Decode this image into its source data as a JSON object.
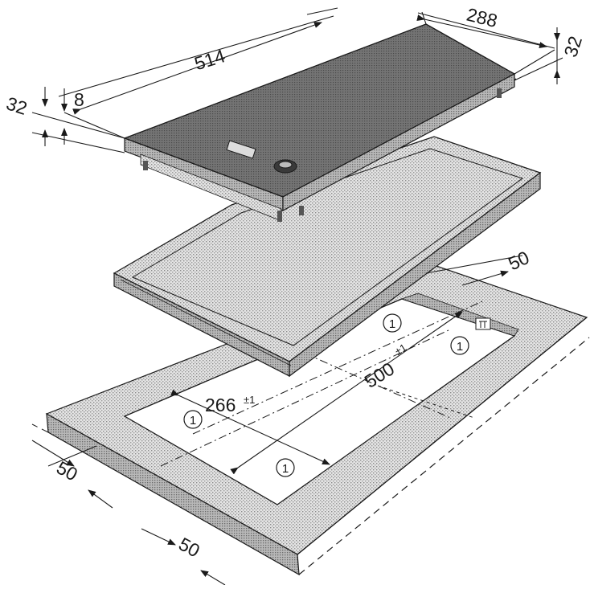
{
  "dimensions": {
    "width": "514",
    "depth": "288",
    "height_right": "32",
    "height_left": "32",
    "glass_thickness": "8",
    "cutout_width": "266",
    "cutout_width_tol": "±1",
    "cutout_length": "500",
    "cutout_length_tol": "±1",
    "clearance_back": "50",
    "clearance_front_left": "50",
    "clearance_front_right": "50"
  },
  "callouts": [
    "1",
    "1",
    "1",
    "1"
  ],
  "colors": {
    "line": "#1a1a1a",
    "glass_top": "#6e6e6e",
    "stipple": "#cfcfcf",
    "worktop": "#bdbdbd",
    "worktop_side": "#9a9a9a"
  }
}
